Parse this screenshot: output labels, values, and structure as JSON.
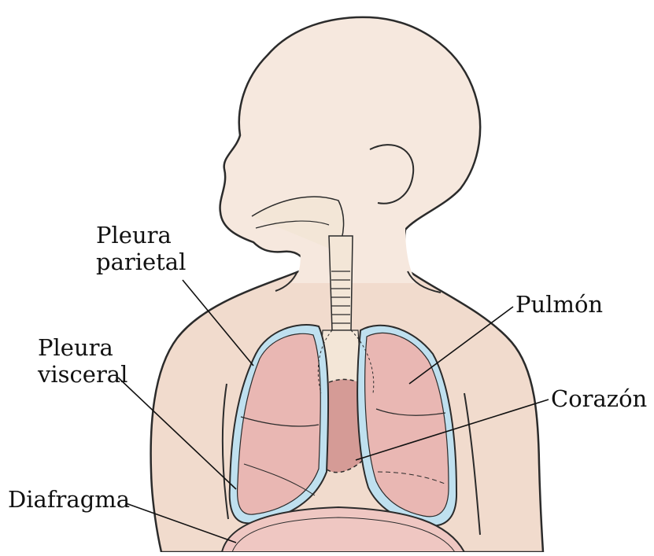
{
  "title": "",
  "colors": {
    "skin": "#f6e8de",
    "skin_shade": "#ecd2c2",
    "outline": "#2b2b2b",
    "lung": "#e9b7b3",
    "lung_shade": "#dd9d99",
    "pleura": "#bfe0ef",
    "heart": "#d59b96",
    "airway": "#f3e6d7",
    "diaphragm": "#efc7c2"
  },
  "labels": {
    "pleura_parietal": {
      "line1": "Pleura",
      "line2": "parietal"
    },
    "pleura_visceral": {
      "line1": "Pleura",
      "line2": "visceral"
    },
    "diafragma": "Diafragma",
    "pulmon": "Pulmón",
    "corazon": "Corazón"
  }
}
